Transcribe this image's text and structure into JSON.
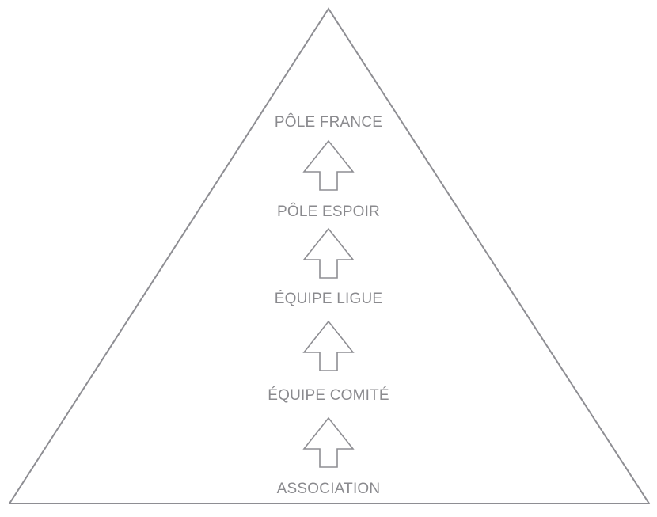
{
  "pyramid": {
    "levels": [
      {
        "label": "PÔLE FRANCE"
      },
      {
        "label": "PÔLE ESPOIR"
      },
      {
        "label": "ÉQUIPE LIGUE"
      },
      {
        "label": "ÉQUIPE COMITÉ"
      },
      {
        "label": "ASSOCIATION"
      }
    ],
    "arrows": [
      {
        "icon": "up-arrow-icon",
        "direction": "up",
        "from": "PÔLE ESPOIR",
        "to": "PÔLE FRANCE"
      },
      {
        "icon": "up-arrow-icon",
        "direction": "up",
        "from": "ÉQUIPE LIGUE",
        "to": "PÔLE ESPOIR"
      },
      {
        "icon": "up-arrow-icon",
        "direction": "up",
        "from": "ÉQUIPE COMITÉ",
        "to": "ÉQUIPE LIGUE"
      },
      {
        "icon": "up-arrow-icon",
        "direction": "up",
        "from": "ASSOCIATION",
        "to": "ÉQUIPE COMITÉ"
      }
    ],
    "colors": {
      "outline": "#8e8e93",
      "text": "#8a8a8e",
      "background": "#ffffff"
    }
  }
}
